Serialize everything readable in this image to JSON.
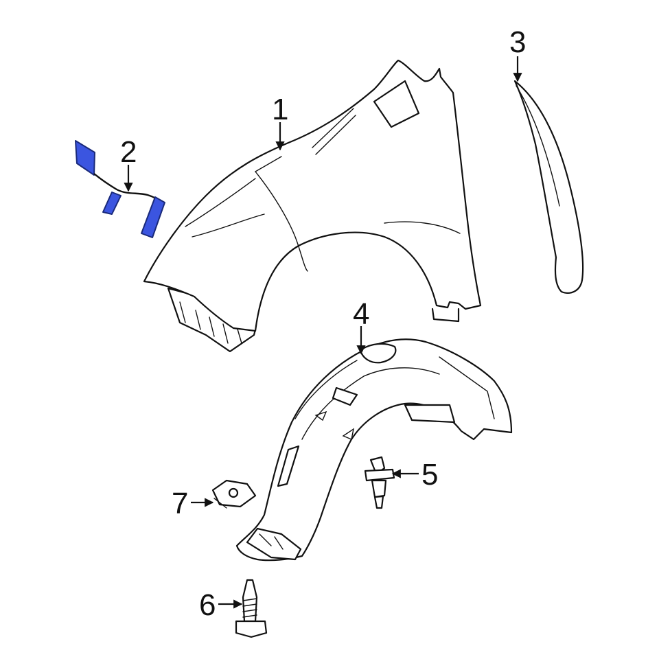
{
  "diagram": {
    "highlight_color": "#3b55e0",
    "line_color": "#111111",
    "background": "#ffffff",
    "callouts": [
      {
        "id": "1",
        "label": "1"
      },
      {
        "id": "2",
        "label": "2"
      },
      {
        "id": "3",
        "label": "3"
      },
      {
        "id": "4",
        "label": "4"
      },
      {
        "id": "5",
        "label": "5"
      },
      {
        "id": "6",
        "label": "6"
      },
      {
        "id": "7",
        "label": "7"
      }
    ]
  }
}
